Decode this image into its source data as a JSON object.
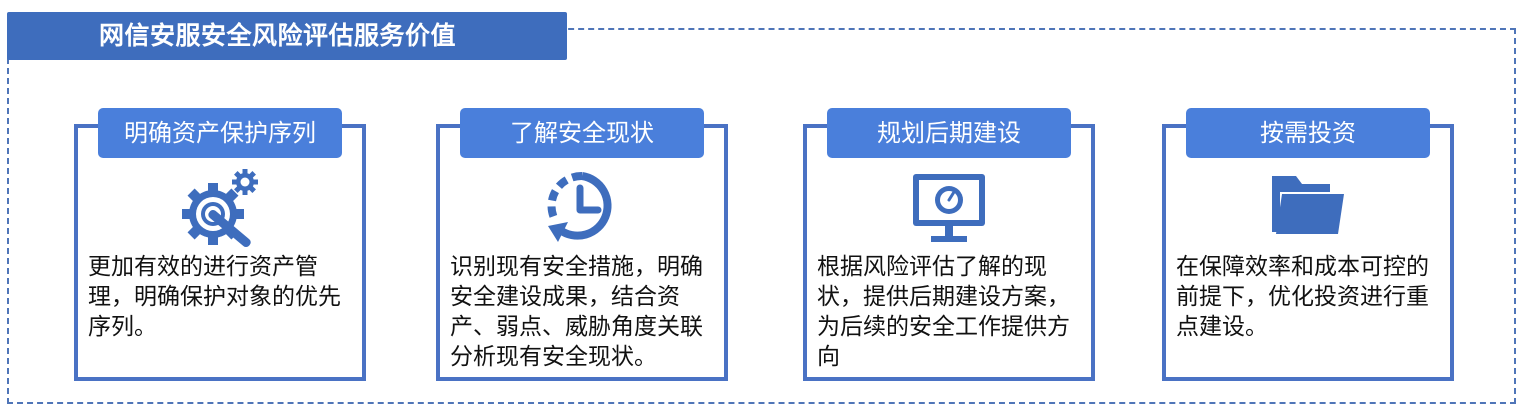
{
  "title": "网信安服安全风险评估服务价值",
  "colors": {
    "primary": "#3e6dbd",
    "header": "#4a7fdb",
    "border": "#4a72c4",
    "frame": "#4f75b8"
  },
  "cards": [
    {
      "title": "明确资产保护序列",
      "icon": "gear-wrench-icon",
      "text": "更加有效的进行资产管理，明确保护对象的优先序列。"
    },
    {
      "title": "了解安全现状",
      "icon": "clock-history-icon",
      "text": "识别现有安全措施，明确安全建设成果，结合资产、弱点、威胁角度关联分析现有安全现状。"
    },
    {
      "title": "规划后期建设",
      "icon": "monitor-gauge-icon",
      "text": "根据风险评估了解的现状，提供后期建设方案，为后续的安全工作提供方向"
    },
    {
      "title": "按需投资",
      "icon": "folder-icon",
      "text": "在保障效率和成本可控的前提下，优化投资进行重点建设。"
    }
  ]
}
